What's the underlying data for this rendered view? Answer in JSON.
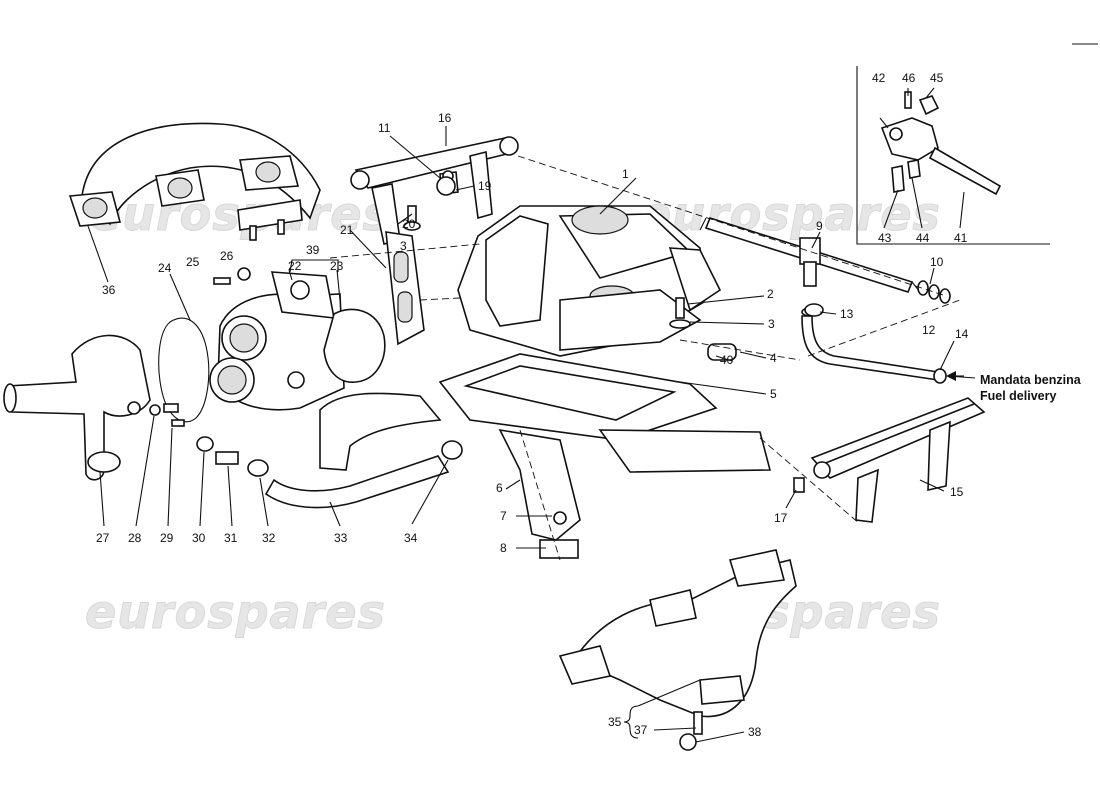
{
  "watermark": "eurospares",
  "fuel_note": {
    "line1": "Mandata benzina",
    "line2": "Fuel delivery"
  },
  "labels": {
    "p1": "1",
    "p2": "2",
    "p3a": "3",
    "p3b": "3",
    "p4": "4",
    "p5": "5",
    "p6": "6",
    "p7": "7",
    "p8": "8",
    "p9": "9",
    "p10": "10",
    "p11": "11",
    "p12": "12",
    "p13": "13",
    "p14": "14",
    "p15": "15",
    "p16": "16",
    "p17": "17",
    "p19": "19",
    "p20": "20",
    "p21": "21",
    "p22": "22",
    "p23": "23",
    "p24": "24",
    "p25": "25",
    "p26": "26",
    "p27": "27",
    "p28": "28",
    "p29": "29",
    "p30": "30",
    "p31": "31",
    "p32": "32",
    "p33": "33",
    "p34": "34",
    "p35": "35",
    "p36": "36",
    "p37": "37",
    "p38": "38",
    "p39": "39",
    "p40": "40",
    "p41": "41",
    "p42": "42",
    "p43": "43",
    "p44": "44",
    "p45": "45",
    "p46": "46"
  }
}
